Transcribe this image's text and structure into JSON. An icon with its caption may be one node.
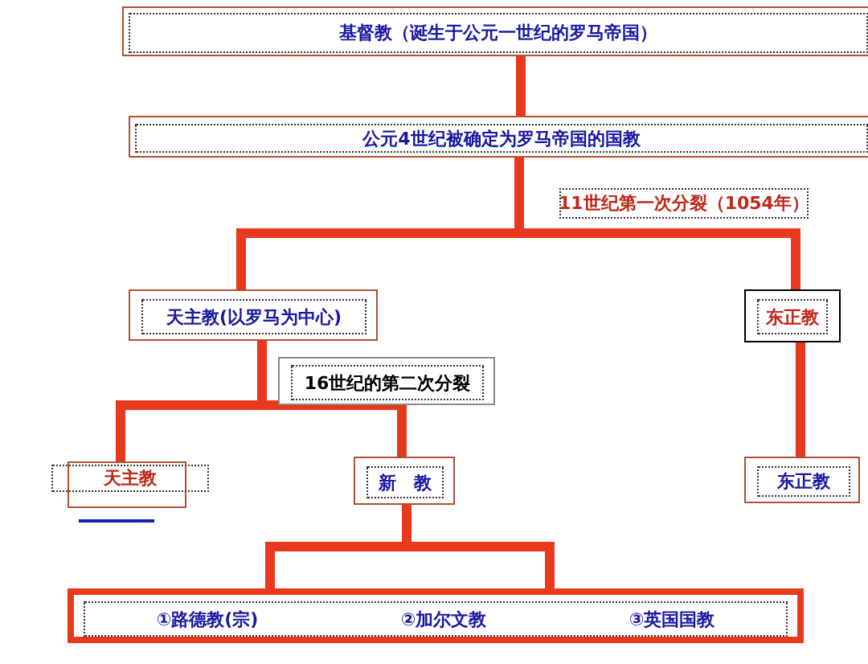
{
  "diagram": {
    "nodes": [
      {
        "text": [
          "基督教（诞生于公元一世纪的罗马帝国）"
        ]
      },
      {
        "text": [
          "公元4世纪被确定为罗马帝国的国教"
        ]
      },
      {
        "text": [
          "11世纪第一次分裂（1054年）"
        ]
      },
      {
        "text": [
          "天主教(以罗马为中心)"
        ]
      },
      {
        "text": [
          "东正教"
        ]
      },
      {
        "text": [
          "16世纪的第二次分裂"
        ]
      },
      {
        "text": [
          "天主教"
        ]
      },
      {
        "text": [
          "新　教"
        ]
      },
      {
        "text": [
          "东正教"
        ]
      },
      {
        "text": [
          "①路德教(宗)",
          "②加尔文教",
          "③英国国教"
        ]
      }
    ],
    "edges": [
      {
        "from": 0,
        "to": 1,
        "arrow": "none"
      },
      {
        "from": 1,
        "to": 3,
        "arrow": "none"
      },
      {
        "from": 1,
        "to": 4,
        "arrow": "none"
      },
      {
        "from": 3,
        "to": 6,
        "arrow": "none"
      },
      {
        "from": 3,
        "to": 7,
        "arrow": "none"
      },
      {
        "from": 4,
        "to": 8,
        "arrow": "none"
      },
      {
        "from": 7,
        "to": 9,
        "arrow": "none"
      },
      {
        "from": 7,
        "to": 9,
        "arrow": "none"
      }
    ]
  }
}
